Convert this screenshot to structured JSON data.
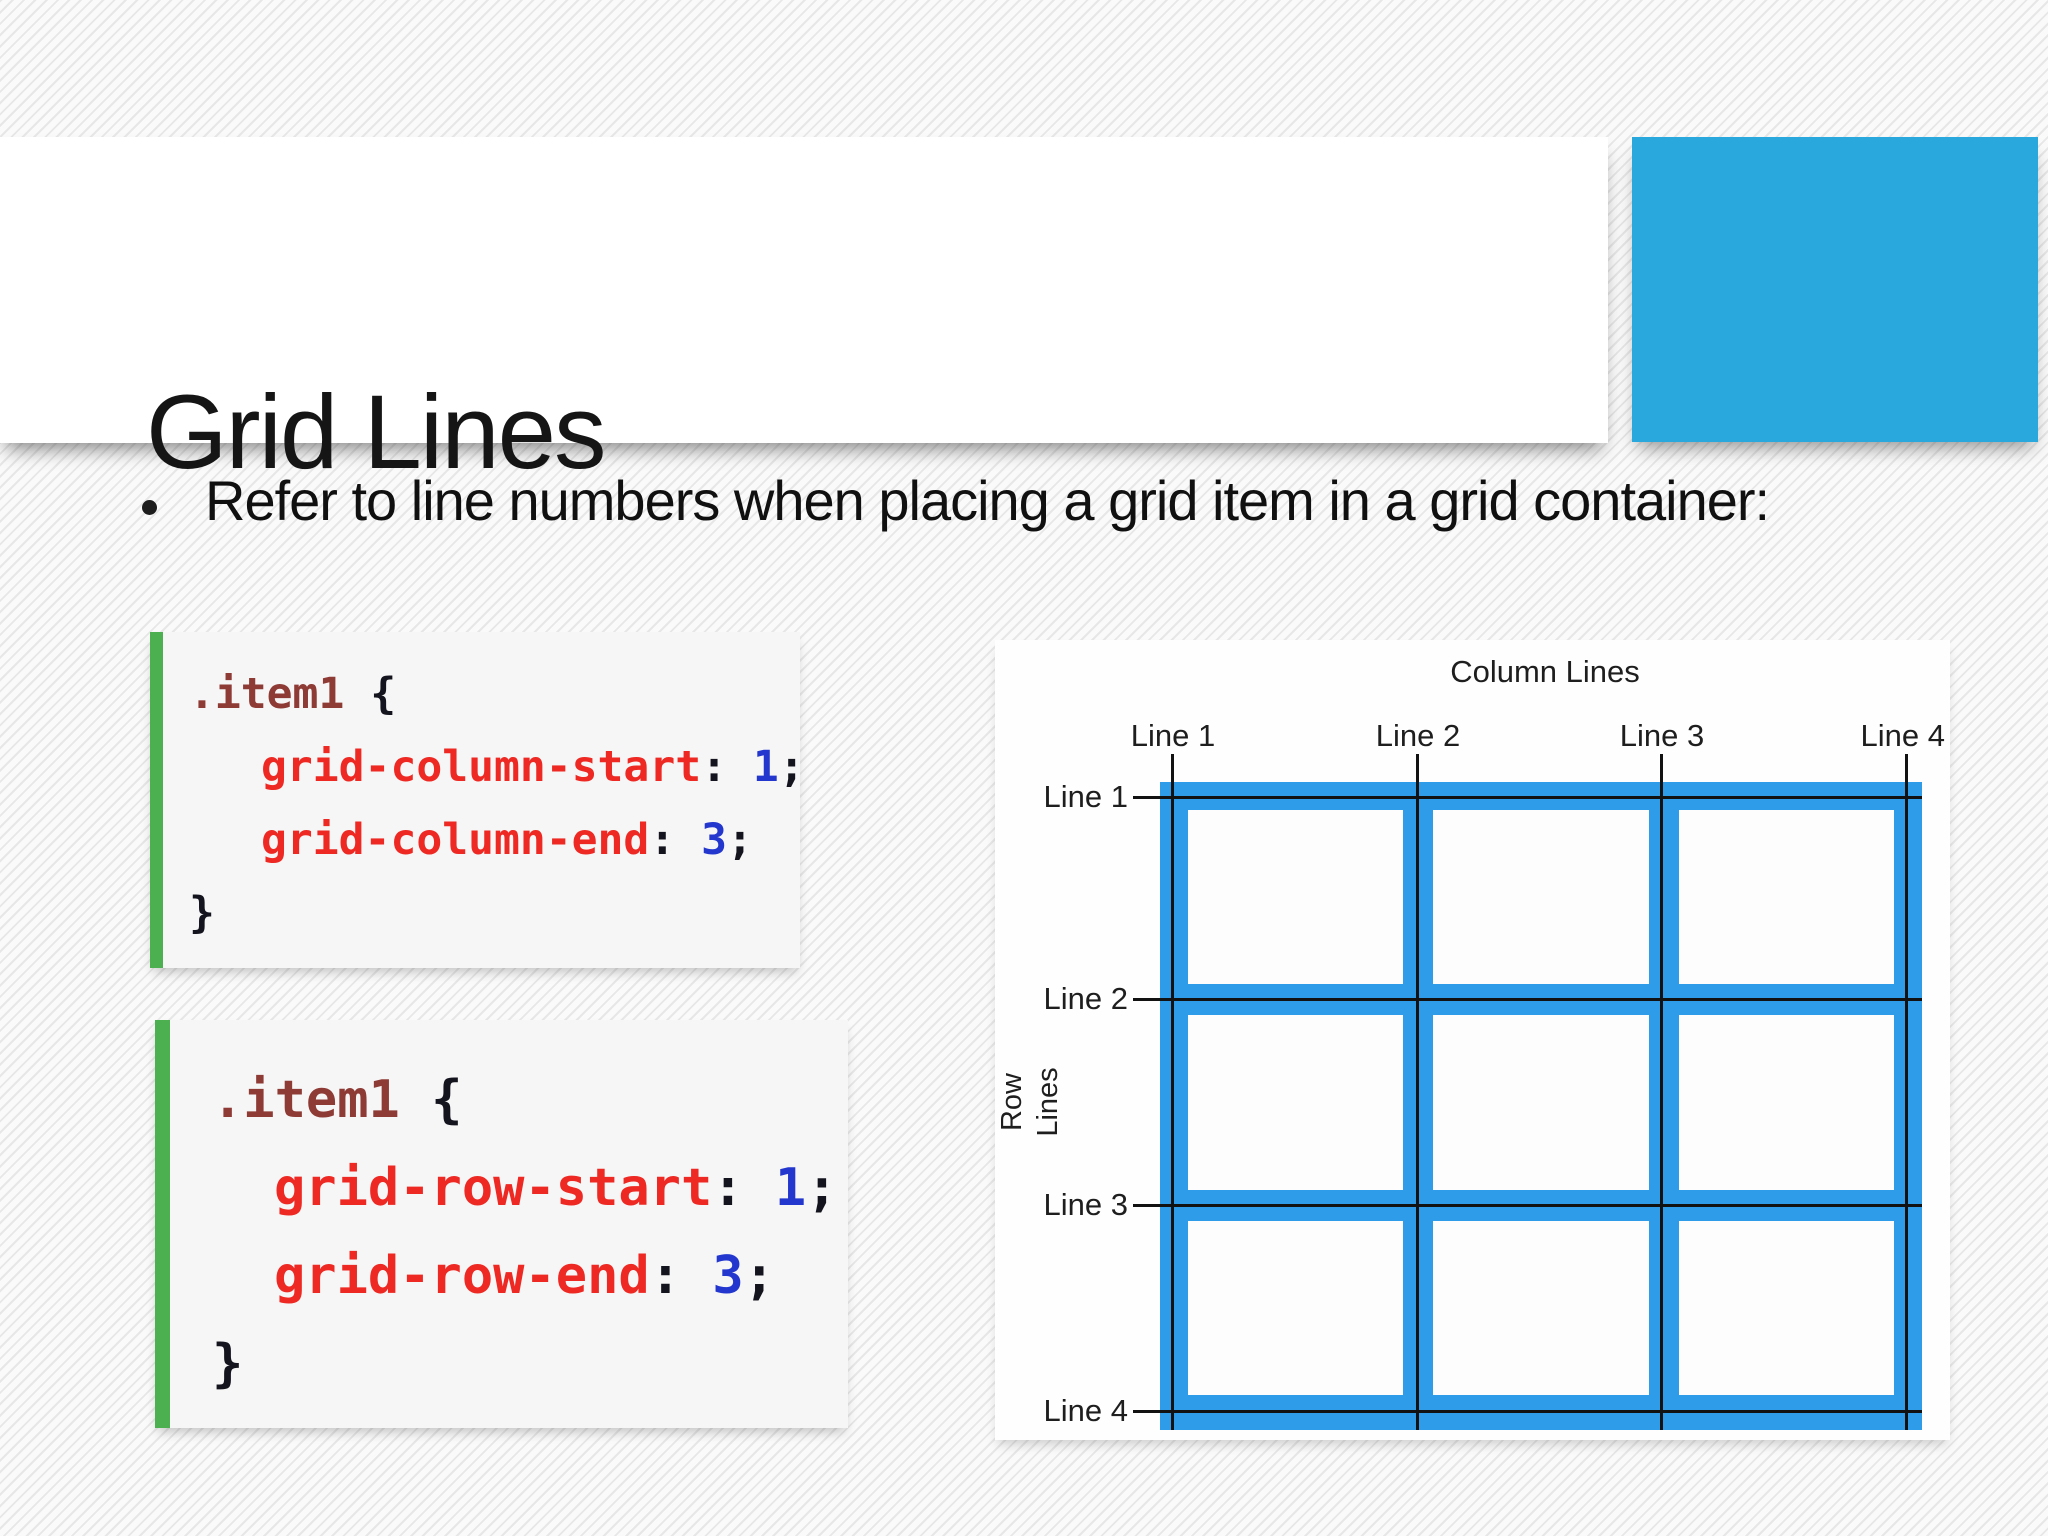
{
  "slide_title": "Grid Lines",
  "bullet_text": "Refer to line numbers when placing a grid item in a grid container:",
  "code_block_1": {
    "tokens": [
      {
        "text": ".item1",
        "type": "selector"
      },
      {
        "text": " {",
        "type": "punct"
      },
      {
        "text": "grid-column-start",
        "type": "property"
      },
      {
        "text": ": ",
        "type": "punct"
      },
      {
        "text": "1",
        "type": "value"
      },
      {
        "text": ";",
        "type": "punct"
      },
      {
        "text": "grid-column-end",
        "type": "property"
      },
      {
        "text": ": ",
        "type": "punct"
      },
      {
        "text": "3",
        "type": "value"
      },
      {
        "text": ";",
        "type": "punct"
      },
      {
        "text": "}",
        "type": "punct"
      }
    ]
  },
  "code_block_2": {
    "tokens": [
      {
        "text": ".item1",
        "type": "selector"
      },
      {
        "text": " {",
        "type": "punct"
      },
      {
        "text": "grid-row-start",
        "type": "property"
      },
      {
        "text": ": ",
        "type": "punct"
      },
      {
        "text": "1",
        "type": "value"
      },
      {
        "text": ";",
        "type": "punct"
      },
      {
        "text": "grid-row-end",
        "type": "property"
      },
      {
        "text": ": ",
        "type": "punct"
      },
      {
        "text": "3",
        "type": "value"
      },
      {
        "text": ";",
        "type": "punct"
      },
      {
        "text": "}",
        "type": "punct"
      }
    ]
  },
  "diagram": {
    "title": "Column Lines",
    "row_axis_label": "Row Lines",
    "column_labels": [
      "Line 1",
      "Line 2",
      "Line 3",
      "Line 4"
    ],
    "row_labels": [
      "Line 1",
      "Line 2",
      "Line 3",
      "Line 4"
    ],
    "grid_rows": 3,
    "grid_cols": 3
  },
  "colors": {
    "accent_rect_blue": "#29a8dd",
    "grid_blue": "#2e9ce9",
    "code_green_bar": "#4caf50",
    "code_selector_brown": "#8e3a35",
    "code_property_red": "#ee2822",
    "code_value_blue": "#2337cf",
    "line_black": "#121212"
  }
}
